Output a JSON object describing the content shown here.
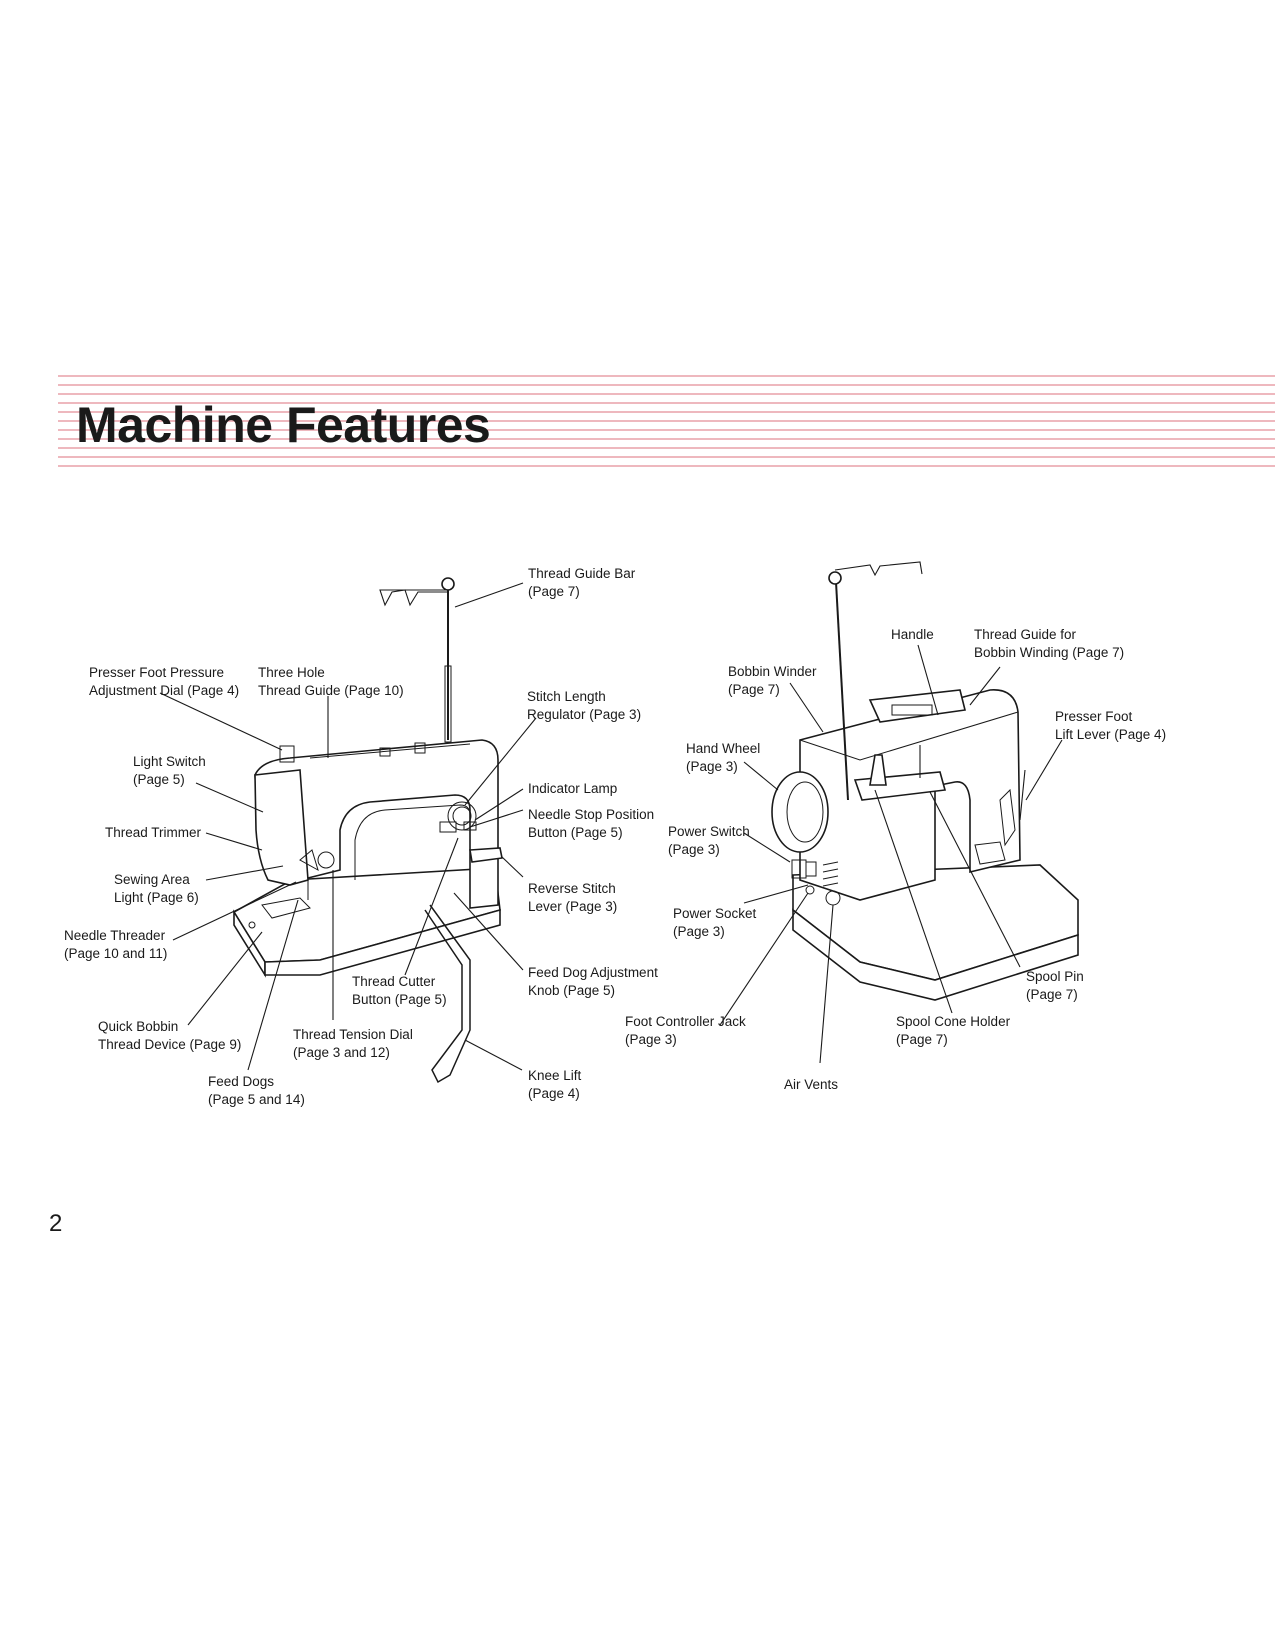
{
  "document": {
    "title": "Machine Features",
    "page_number": "2",
    "accent_color": "#e8a0a8"
  },
  "front_view": {
    "labels": [
      {
        "id": "thread-guide-bar",
        "lines": [
          "Thread Guide Bar",
          "(Page 7)"
        ]
      },
      {
        "id": "presser-foot-pressure-adjustment-dial",
        "lines": [
          "Presser Foot Pressure",
          "Adjustment Dial (Page 4)"
        ]
      },
      {
        "id": "three-hole-thread-guide",
        "lines": [
          "Three Hole",
          "Thread Guide (Page 10)"
        ]
      },
      {
        "id": "stitch-length-regulator",
        "lines": [
          "Stitch Length",
          "Regulator (Page 3)"
        ]
      },
      {
        "id": "light-switch",
        "lines": [
          "Light Switch",
          "(Page 5)"
        ]
      },
      {
        "id": "indicator-lamp",
        "lines": [
          "Indicator Lamp"
        ]
      },
      {
        "id": "needle-stop-position-button",
        "lines": [
          "Needle Stop Position",
          "Button (Page 5)"
        ]
      },
      {
        "id": "thread-trimmer",
        "lines": [
          "Thread Trimmer"
        ]
      },
      {
        "id": "reverse-stitch-lever",
        "lines": [
          "Reverse Stitch",
          "Lever (Page 3)"
        ]
      },
      {
        "id": "sewing-area-light",
        "lines": [
          "Sewing Area",
          "Light (Page 6)"
        ]
      },
      {
        "id": "needle-threader",
        "lines": [
          "Needle Threader",
          "(Page 10 and 11)"
        ]
      },
      {
        "id": "feed-dog-adjustment-knob",
        "lines": [
          "Feed Dog Adjustment",
          "Knob (Page 5)"
        ]
      },
      {
        "id": "thread-cutter-button",
        "lines": [
          "Thread Cutter",
          "Button (Page 5)"
        ]
      },
      {
        "id": "quick-bobbin-thread-device",
        "lines": [
          "Quick Bobbin",
          "Thread Device (Page 9)"
        ]
      },
      {
        "id": "thread-tension-dial",
        "lines": [
          "Thread Tension Dial",
          "(Page 3 and 12)"
        ]
      },
      {
        "id": "feed-dogs",
        "lines": [
          "Feed Dogs",
          "(Page 5 and 14)"
        ]
      },
      {
        "id": "knee-lift",
        "lines": [
          "Knee Lift",
          "(Page 4)"
        ]
      }
    ]
  },
  "back_view": {
    "labels": [
      {
        "id": "handle",
        "lines": [
          "Handle"
        ]
      },
      {
        "id": "thread-guide-for-bobbin-winding",
        "lines": [
          "Thread Guide for",
          "Bobbin Winding (Page 7)"
        ]
      },
      {
        "id": "bobbin-winder",
        "lines": [
          "Bobbin Winder",
          "(Page 7)"
        ]
      },
      {
        "id": "presser-foot-lift-lever",
        "lines": [
          "Presser Foot",
          "Lift Lever (Page 4)"
        ]
      },
      {
        "id": "hand-wheel",
        "lines": [
          "Hand Wheel",
          "(Page 3)"
        ]
      },
      {
        "id": "power-switch",
        "lines": [
          "Power Switch",
          "(Page 3)"
        ]
      },
      {
        "id": "power-socket",
        "lines": [
          "Power Socket",
          "(Page 3)"
        ]
      },
      {
        "id": "spool-pin",
        "lines": [
          "Spool Pin",
          "(Page 7)"
        ]
      },
      {
        "id": "foot-controller-jack",
        "lines": [
          "Foot Controller Jack",
          "(Page 3)"
        ]
      },
      {
        "id": "spool-cone-holder",
        "lines": [
          "Spool Cone Holder",
          "(Page 7)"
        ]
      },
      {
        "id": "air-vents",
        "lines": [
          "Air Vents"
        ]
      }
    ]
  }
}
